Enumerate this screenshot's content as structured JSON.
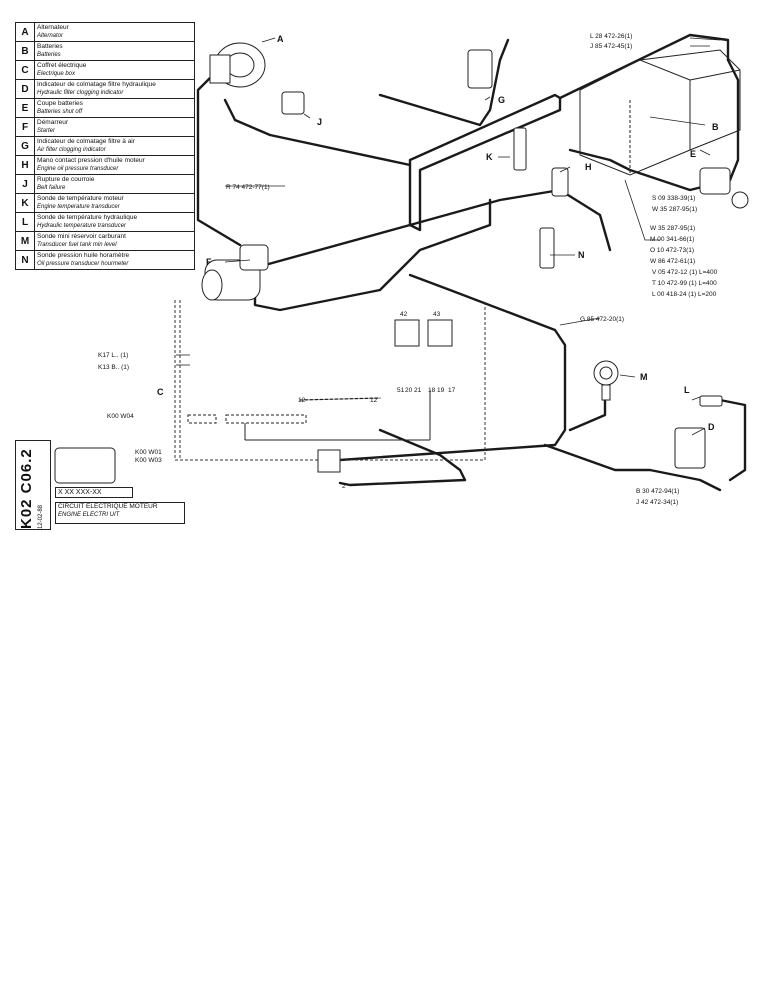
{
  "legend": [
    {
      "code": "A",
      "fr": "Alternateur",
      "en": "Alternator"
    },
    {
      "code": "B",
      "fr": "Batteries",
      "en": "Batteries"
    },
    {
      "code": "C",
      "fr": "Coffret électrique",
      "en": "Electrique box"
    },
    {
      "code": "D",
      "fr": "Indicateur de colmatage filtre hydraulique",
      "en": "Hydraulic filter clogging indicator"
    },
    {
      "code": "E",
      "fr": "Coupe batteries",
      "en": "Batteries shut off"
    },
    {
      "code": "F",
      "fr": "Démarreur",
      "en": "Starter"
    },
    {
      "code": "G",
      "fr": "Indicateur de colmatage filtre à air",
      "en": "Air filter clogging indicator"
    },
    {
      "code": "H",
      "fr": "Mano contact pression d'huile moteur",
      "en": "Engine oil pressure transducer"
    },
    {
      "code": "J",
      "fr": "Rupture de courroie",
      "en": "Belt failure"
    },
    {
      "code": "K",
      "fr": "Sonde de température moteur",
      "en": "Engine temperature transducer"
    },
    {
      "code": "L",
      "fr": "Sonde de température hydraulique",
      "en": "Hydraulic temperature transducer"
    },
    {
      "code": "M",
      "fr": "Sonde mini réservoir carburant",
      "en": "Transducer fuel tank min level"
    },
    {
      "code": "N",
      "fr": "Sonde pression huile horamètre",
      "en": "Oil pressure transducer hourmeter"
    }
  ],
  "title_block": {
    "code": "K02 C06.2",
    "date": "12-02-88",
    "ref": "X XX XXX-XX",
    "title_fr": "CIRCUIT ELECTRIQUE MOTEUR",
    "title_en": "ENGINE ELECTRI    UIT"
  },
  "callouts": {
    "A": "A",
    "B": "B",
    "C": "C",
    "D": "D",
    "E": "E",
    "F": "F",
    "G": "G",
    "H": "H",
    "J": "J",
    "K": "K",
    "L": "L",
    "M": "M",
    "N": "N"
  },
  "parts": {
    "L28": "L 28 472-26(1)",
    "J85": "J 85 472-45(1)",
    "R74": "R 74 472-77(1)",
    "S09": "S 09 338-39(1)",
    "W35a": "W 35 287-95(1)",
    "W35b": "W 35 287-95(1)",
    "M00": "M 00 341-66(1)",
    "O10": "O 10 472-73(1)",
    "W86": "W 86 472-61(1)",
    "V05": "V 05 472-12 (1) L=400",
    "T10": "T 10 472-99 (1) L=400",
    "L00": "L 00 418-24 (1) L=200",
    "G85": "G 85 472-20(1)",
    "B30": "B 30 472-94(1)",
    "J42": "J 42 472-34(1)",
    "K17": "K17 L.. (1)",
    "K13": "K13 B.. (1)",
    "K00W04": "K00 W04",
    "K00W01": "K00 W01",
    "K00W03": "K00 W03"
  },
  "wire_numbers": {
    "n42": "42",
    "n43": "43",
    "n12a": "12",
    "n12b": "12",
    "n2": "2",
    "t51": "51",
    "t20": "20",
    "t21": "21",
    "t18": "18",
    "t19": "19",
    "t17": "17"
  }
}
